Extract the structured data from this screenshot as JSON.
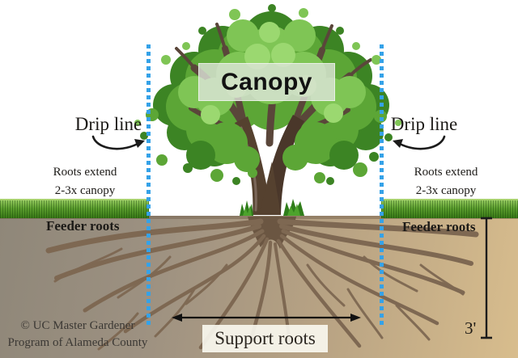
{
  "labels": {
    "canopy": "Canopy",
    "support_roots": "Support roots",
    "depth": "3'"
  },
  "left": {
    "drip_line": "Drip line",
    "roots_extend_1": "Roots extend",
    "roots_extend_2": "2-3x canopy",
    "feeder_roots": "Feeder roots"
  },
  "right": {
    "drip_line": "Drip line",
    "roots_extend_1": "Roots extend",
    "roots_extend_2": "2-3x canopy",
    "feeder_roots": "Feeder roots"
  },
  "credit": {
    "line1": "© UC Master Gardener",
    "line2": "Program of Alameda County"
  },
  "colors": {
    "drip_line_blue": "#35a2e8",
    "canopy_green_mid": "#5ca636",
    "canopy_green_dark": "#3c8424",
    "canopy_green_light": "#7fc555",
    "soil_left": "#8f8779",
    "soil_right": "#d8bd8d",
    "root_brown": "#7e6852",
    "trunk_brown": "#55412f",
    "grass_green": "#5c9e2e"
  }
}
